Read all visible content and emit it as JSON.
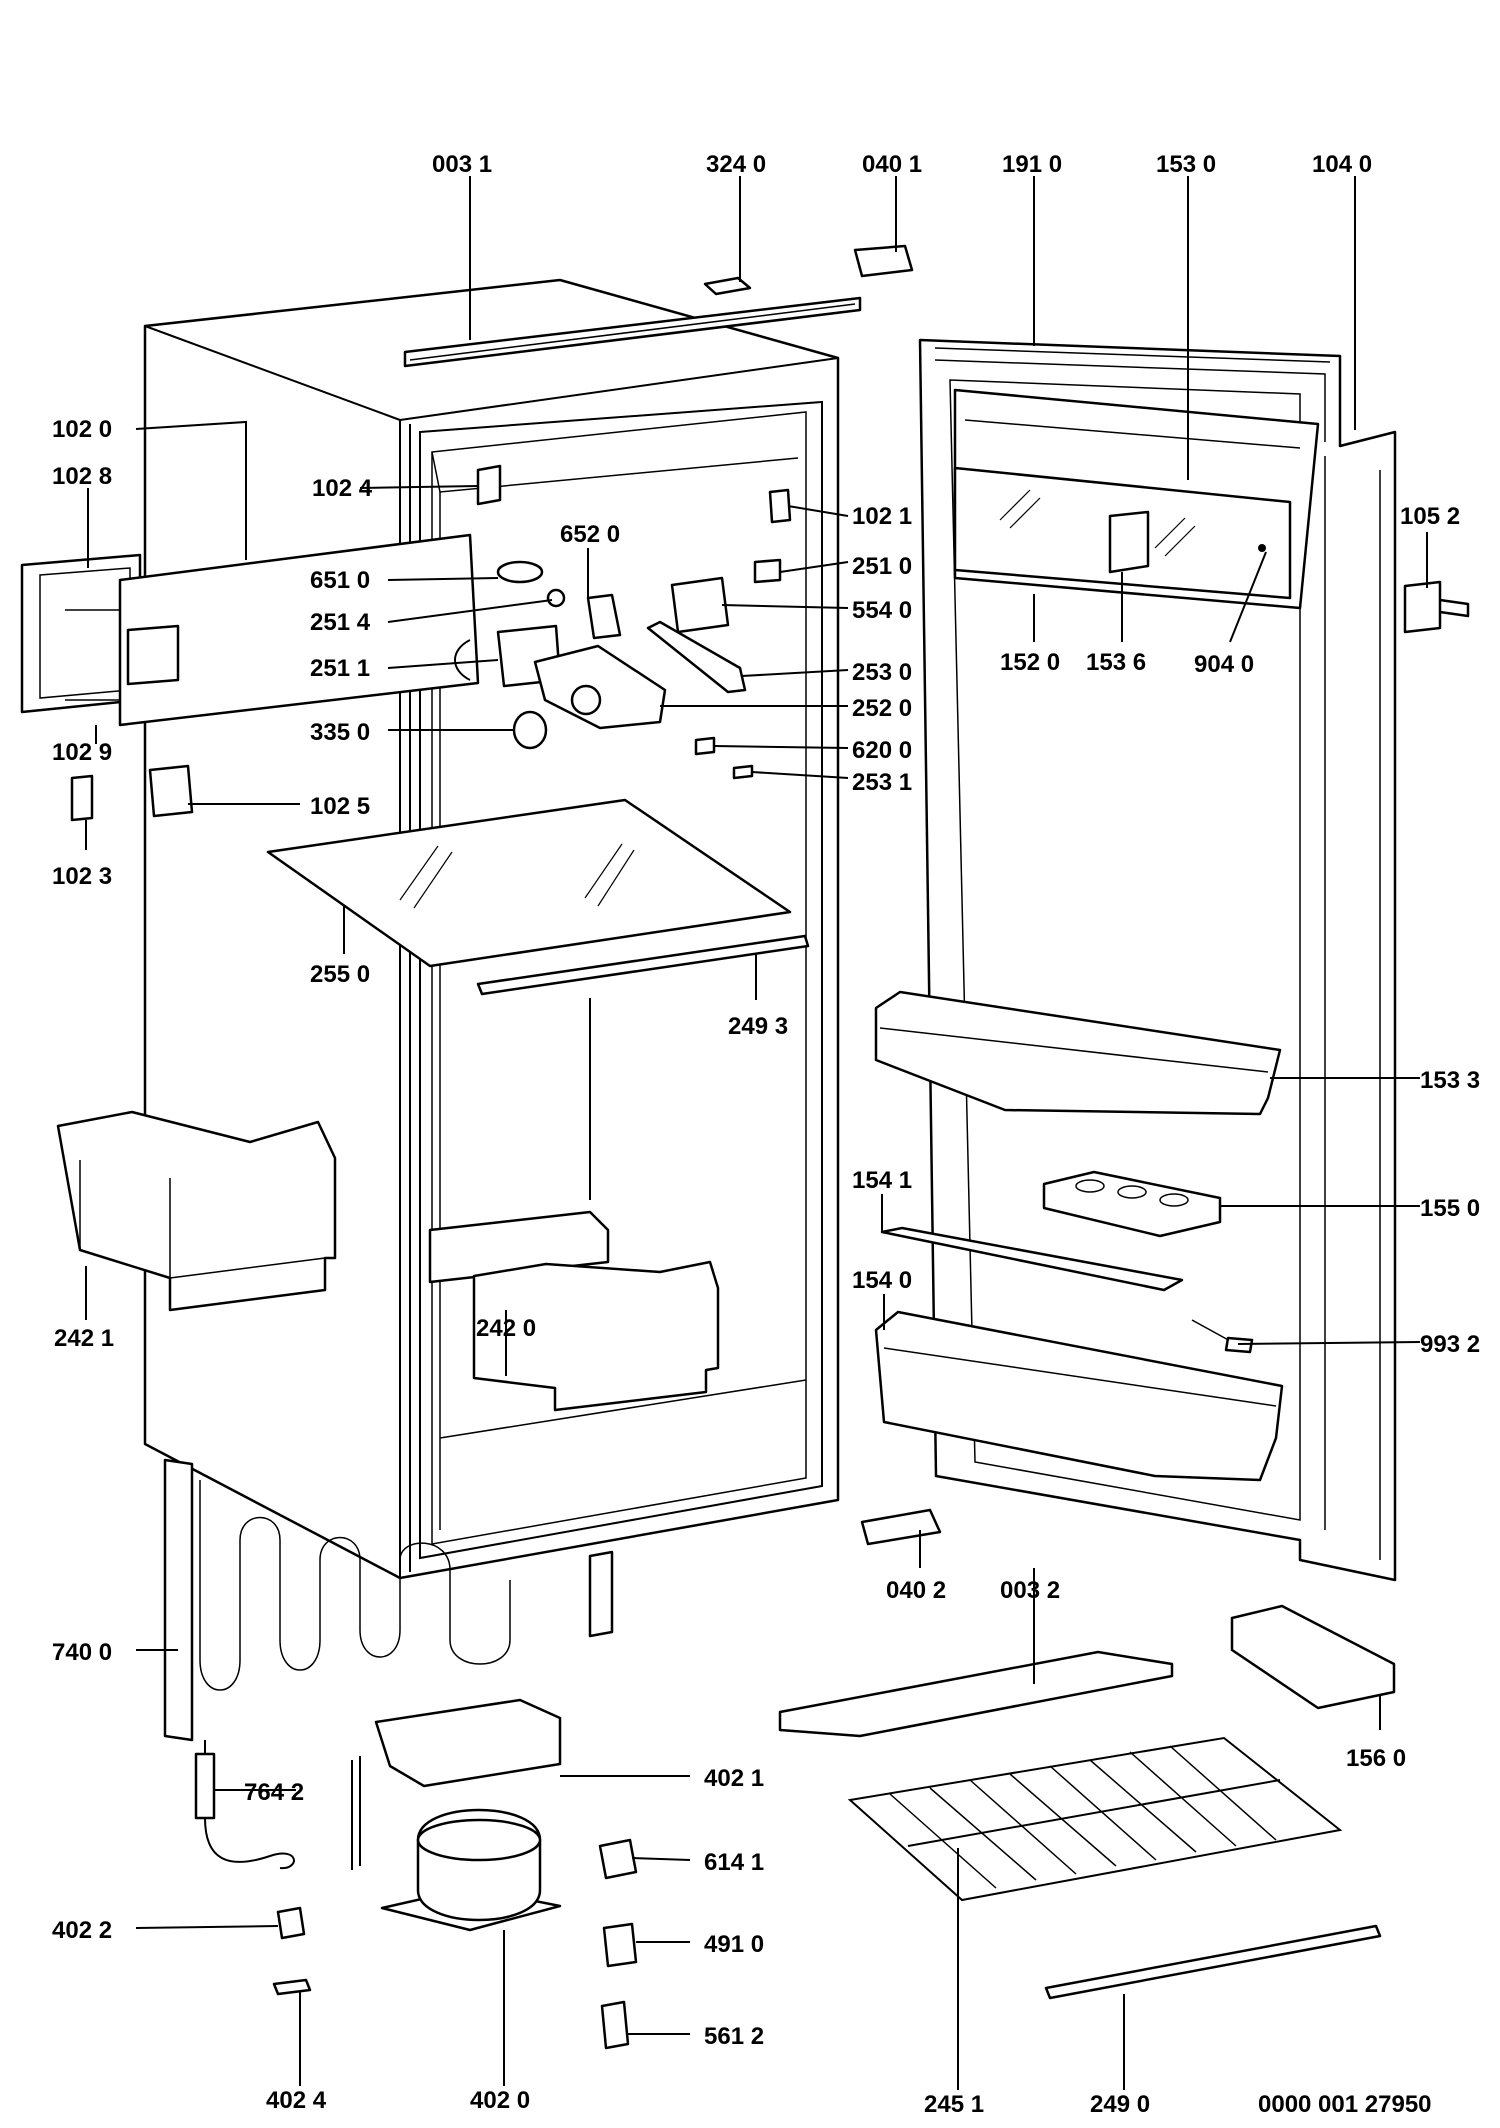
{
  "labels": {
    "l0031": "003 1",
    "l3240": "324 0",
    "l0401": "040 1",
    "l1910": "191 0",
    "l1530": "153 0",
    "l1040": "104 0",
    "l1020": "102 0",
    "l1028": "102 8",
    "l1024": "102 4",
    "l6520": "652 0",
    "l1021": "102 1",
    "l1052": "105 2",
    "l6510": "651 0",
    "l2510": "251 0",
    "l2514": "251 4",
    "l5540": "554 0",
    "l2511": "251 1",
    "l2530": "253 0",
    "l1520": "152 0",
    "l1536": "153 6",
    "l9040": "904 0",
    "l2520": "252 0",
    "l3350": "335 0",
    "l1029": "102 9",
    "l6200": "620 0",
    "l2531": "253 1",
    "l1025": "102 5",
    "l1023": "102 3",
    "l2550": "255 0",
    "l2493": "249 3",
    "l1533": "153 3",
    "l1541": "154 1",
    "l1550": "155 0",
    "l1540": "154 0",
    "l2421": "242 1",
    "l9932": "993 2",
    "l2420": "242 0",
    "l0402": "040 2",
    "l0032": "003 2",
    "l7400": "740 0",
    "l1560": "156 0",
    "l7642": "764 2",
    "l4021": "402 1",
    "l6141": "614 1",
    "l4022": "402 2",
    "l4910": "491 0",
    "l5612": "561 2",
    "l4024": "402 4",
    "l4020": "402 0",
    "l2451": "245 1",
    "l2490": "249 0",
    "docnum": "0000 001 27950"
  }
}
